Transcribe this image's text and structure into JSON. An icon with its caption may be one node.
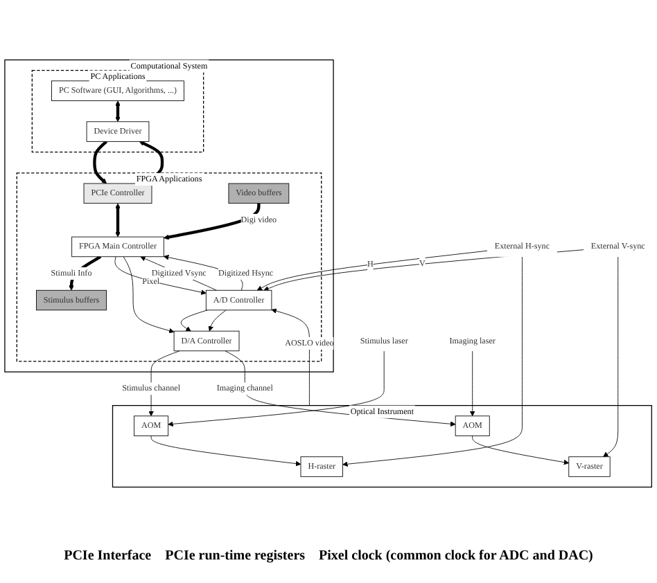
{
  "diagram": {
    "nodes": [
      {
        "text": [
          "Computational System"
        ]
      },
      {
        "text": [
          "PC Applications"
        ],
        "in": 0
      },
      {
        "text": [
          "PC Software (GUI, Algorithms, ...)"
        ],
        "in": 1
      },
      {
        "text": [
          "Device Driver"
        ],
        "in": 1
      },
      {
        "text": [
          "FPGA Applications"
        ],
        "in": 0
      },
      {
        "text": [
          "PCIe Controller"
        ],
        "in": 4
      },
      {
        "text": [
          "A/D Controller"
        ],
        "in": 4
      },
      {
        "text": [
          "Video buffers"
        ],
        "in": 4
      },
      {
        "text": [
          "FPGA Main Controller"
        ],
        "in": 4
      },
      {
        "text": [
          "Stimulus buffers"
        ],
        "in": 4
      },
      {
        "text": [
          "D/A Controller"
        ],
        "in": 4
      },
      {
        "text": [
          "Optical Instrument"
        ]
      },
      {
        "text": [
          "H-raster"
        ],
        "in": 11
      },
      {
        "text": [
          "V-raster"
        ],
        "in": 11
      },
      {
        "text": [
          "AOM"
        ],
        "in": 11
      },
      {
        "text": [
          "AOM"
        ],
        "in": 11
      },
      {
        "text": [
          "External H-sync"
        ]
      },
      {
        "text": [
          "External V-sync"
        ]
      },
      {
        "text": [
          "Stimulus laser"
        ]
      },
      {
        "text": [
          "Imaging laser"
        ]
      }
    ],
    "edges": [
      {
        "from": 2,
        "to": 3,
        "arrow": "both",
        "style": "thick"
      },
      {
        "from": 5,
        "to": 3,
        "arrow": "to",
        "style": "thick"
      },
      {
        "from": 3,
        "to": 5,
        "arrow": "to",
        "style": "thick"
      },
      {
        "from": 5,
        "to": 8,
        "arrow": "both",
        "style": "thick"
      },
      {
        "from": 7,
        "to": 8,
        "label": "Digi video",
        "arrow": "to",
        "style": "thick"
      },
      {
        "from": 6,
        "to": 8,
        "label": "Digitized Vsync",
        "arrow": "to"
      },
      {
        "from": 6,
        "to": 10,
        "arrow": "to"
      },
      {
        "from": 6,
        "to": 8,
        "label": "Digitized Hsync",
        "arrow": "to"
      },
      {
        "from": 6,
        "to": 10,
        "arrow": "to"
      },
      {
        "from": 8,
        "to": 9,
        "label": "Stimuli Info",
        "arrow": "to",
        "style": "thick"
      },
      {
        "from": 8,
        "to": 6,
        "label": "Pixel",
        "arrow": "to"
      },
      {
        "from": 8,
        "to": 10,
        "arrow": "to"
      },
      {
        "from": 11,
        "to": 6,
        "label": "AOSLO video",
        "arrow": "to"
      },
      {
        "from": 16,
        "to": 12,
        "arrow": "to"
      },
      {
        "from": 16,
        "to": 6,
        "label": "H",
        "arrow": "to"
      },
      {
        "from": 17,
        "to": 13,
        "arrow": "to"
      },
      {
        "from": 17,
        "to": 6,
        "label": "V",
        "arrow": "to"
      },
      {
        "from": 18,
        "to": 14,
        "arrow": "to"
      },
      {
        "from": 19,
        "to": 15,
        "arrow": "to"
      },
      {
        "from": 14,
        "to": 12,
        "arrow": "to"
      },
      {
        "from": 15,
        "to": 13,
        "arrow": "to"
      },
      {
        "from": 10,
        "to": 14,
        "label": "Stimulus channel",
        "arrow": "to"
      },
      {
        "from": 10,
        "to": 15,
        "label": "Imaging channel",
        "arrow": "to"
      }
    ],
    "labels": [
      "PCIe Interface",
      "PCIe run-time registers",
      "Pixel clock (common clock for ADC and DAC)"
    ]
  }
}
